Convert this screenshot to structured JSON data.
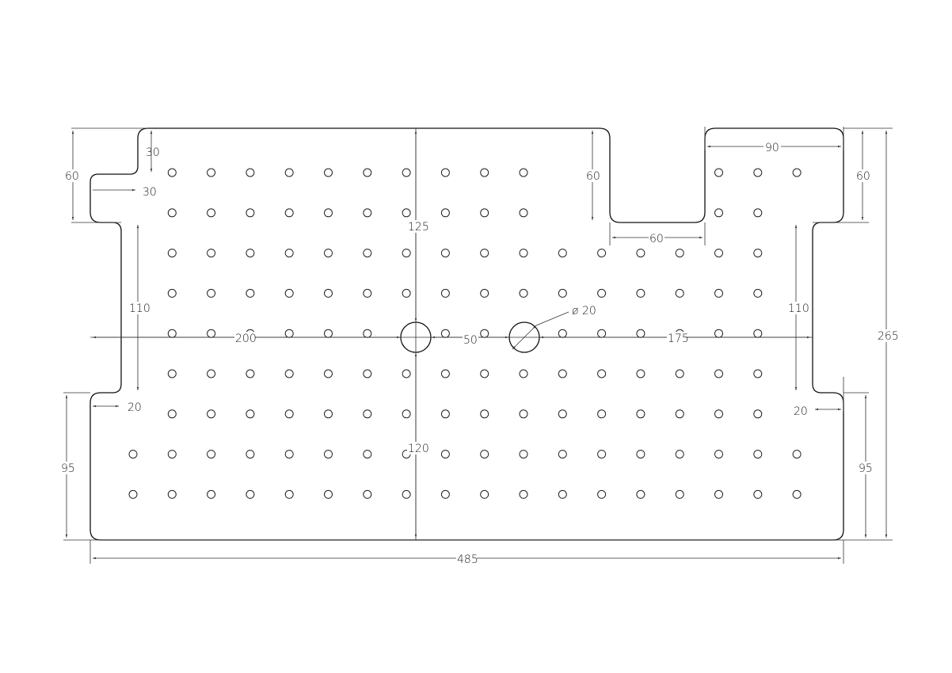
{
  "drawing": {
    "dimensions": {
      "overall_width": "485",
      "overall_height": "265",
      "left_notch_top_height": "60",
      "left_notch_depth": "30",
      "left_tab_width": "30",
      "left_mid_height": "110",
      "left_step_width": "20",
      "left_bottom_height": "95",
      "center_to_left_hole": "200",
      "hole_spacing": "50",
      "right_hole_to_edge": "175",
      "hole_diameter": "ø 20",
      "center_top_height": "125",
      "center_bottom_height": "120",
      "cutout_height": "60",
      "cutout_width": "60",
      "right_tab_width": "90",
      "right_top_height": "60",
      "right_mid_height": "110",
      "right_step_width": "20",
      "right_bottom_height": "95"
    }
  }
}
